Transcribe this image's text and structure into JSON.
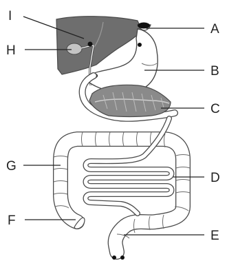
{
  "labels": {
    "A": "A",
    "B": "B",
    "C": "C",
    "D": "D",
    "E": "E",
    "F": "F",
    "G": "G",
    "H": "H",
    "I": "I"
  },
  "colors": {
    "liver": "#6e6e6e",
    "gallbladder": "#c4c4c4",
    "pancreas": "#8a8a8a",
    "tract_fill": "#ffffff",
    "outline": "#4a4a4a",
    "sphincter": "#111111"
  }
}
